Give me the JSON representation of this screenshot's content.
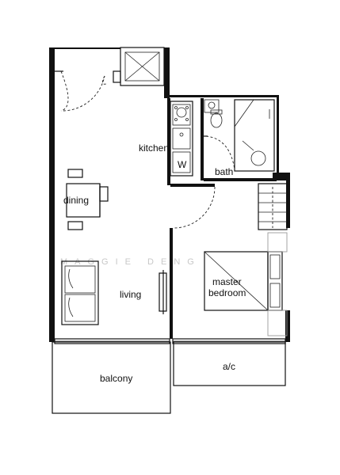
{
  "rooms": {
    "kitchen": "kitchen",
    "washer": "W",
    "bath": "bath",
    "dining": "dining",
    "living": "living",
    "master_bedroom_line1": "master",
    "master_bedroom_line2": "bedroom",
    "balcony": "balcony",
    "ac": "a/c"
  },
  "watermark": "MAGGIE DENG"
}
